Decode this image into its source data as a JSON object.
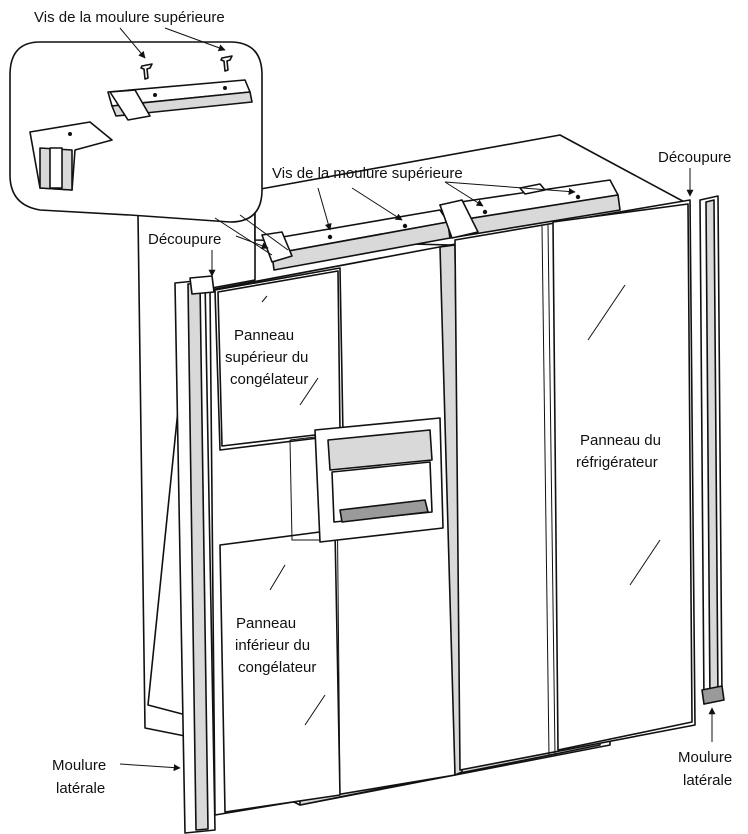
{
  "labels": {
    "inset_screws": "Vis de la moulure supérieure",
    "top_screws": "Vis de la moulure supérieure",
    "cutout_left": "Découpure",
    "cutout_right": "Découpure",
    "freezer_upper_1": "Panneau",
    "freezer_upper_2": "supérieur du",
    "freezer_upper_3": "congélateur",
    "freezer_lower_1": "Panneau",
    "freezer_lower_2": "inférieur du",
    "freezer_lower_3": "congélateur",
    "fridge_1": "Panneau du",
    "fridge_2": "réfrigérateur",
    "side_trim_left_1": "Moulure",
    "side_trim_left_2": "latérale",
    "side_trim_right_1": "Moulure",
    "side_trim_right_2": "latérale"
  }
}
